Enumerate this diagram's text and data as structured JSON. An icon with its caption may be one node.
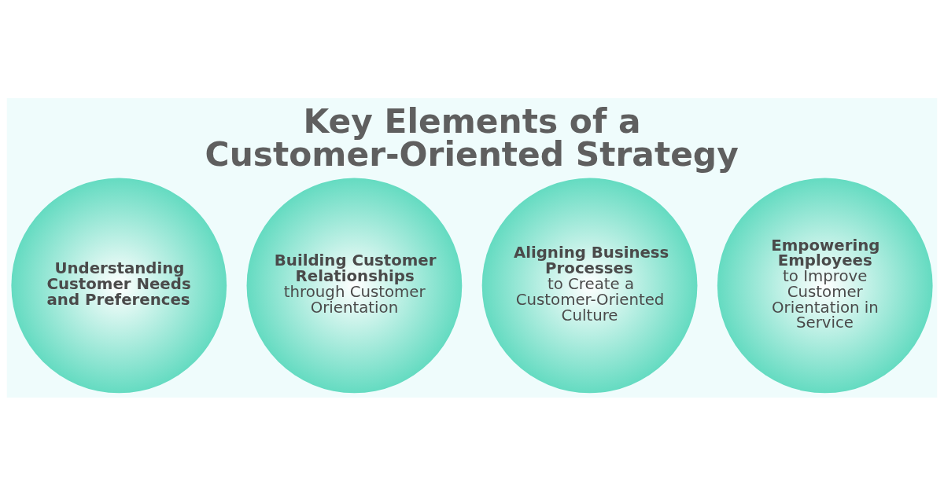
{
  "diagram": {
    "title": "Key Elements of a Customer-Oriented Strategy",
    "nodes": [
      {
        "text": [
          "Understanding Customer Needs and Preferences"
        ]
      },
      {
        "text": [
          "Building Customer Relationships",
          "through Customer Orientation"
        ]
      },
      {
        "text": [
          "Aligning Business Processes",
          "to Create a Customer-Oriented Culture"
        ]
      },
      {
        "text": [
          "Empowering Employees",
          "to Improve Customer Orientation in Service"
        ]
      }
    ],
    "edges": []
  }
}
